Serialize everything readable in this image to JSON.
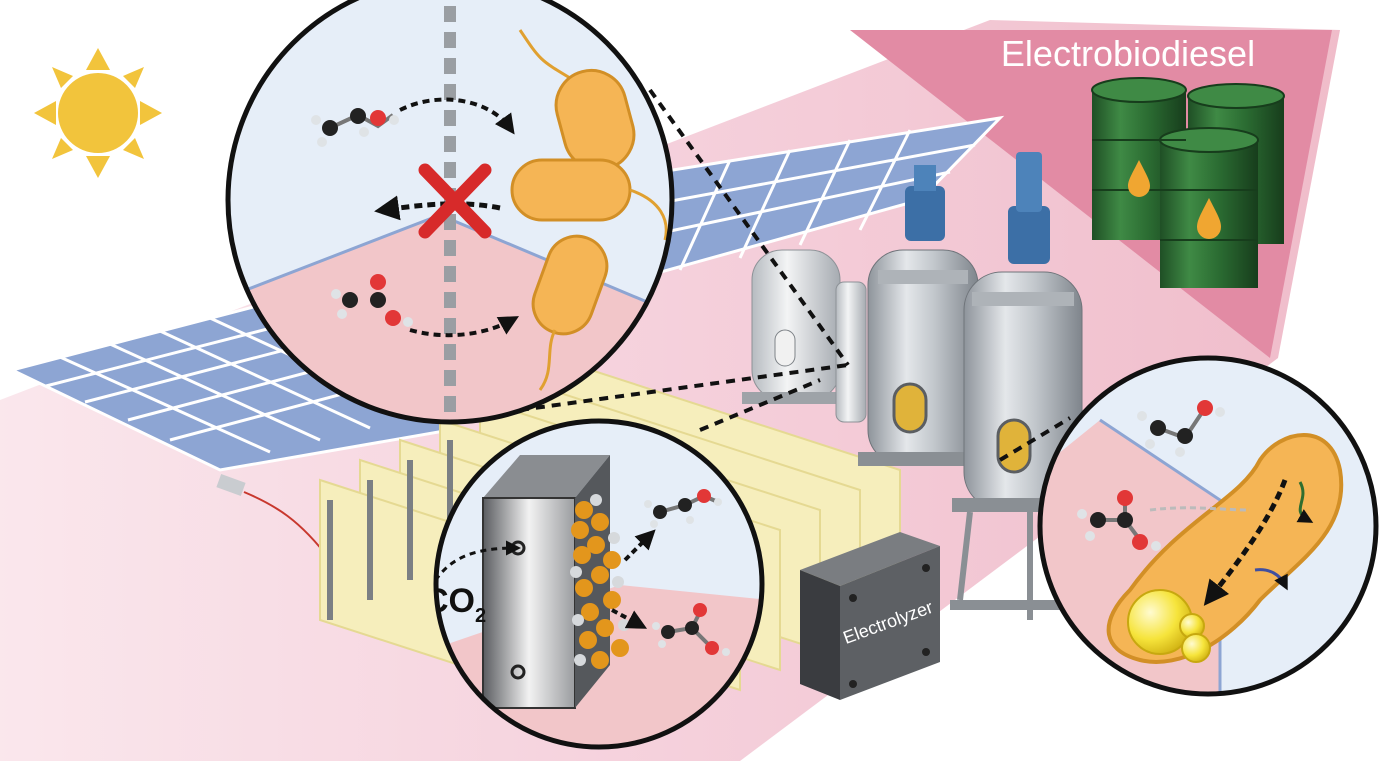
{
  "labels": {
    "product": "Electrobiodiesel",
    "electrolyzer": "Electrolyzer",
    "co2_main": "CO",
    "co2_sub": "2"
  },
  "icons": [
    "sun-icon",
    "solar-panel-icon",
    "oil-barrel-icon",
    "fuel-drop-icon",
    "bioreactor-icon",
    "electrolyzer-icon",
    "bacterium-icon",
    "ethanol-molecule-icon",
    "acetate-molecule-icon",
    "blocked-x-icon",
    "membrane-icon",
    "lipid-droplet-icon"
  ],
  "colors": {
    "pink_band": "#e692ab",
    "solar_blue": "#8da5d3",
    "sun_yellow": "#f2c43c",
    "barrel_green": "#2d6e34",
    "bacterium_orange": "#f5b555",
    "zoom_blue_bg": "#e6eef8",
    "zoom_pink_bg": "#f2c6c9",
    "electrode_yellow": "#f6eebc",
    "cross_red": "#d72a2a"
  }
}
